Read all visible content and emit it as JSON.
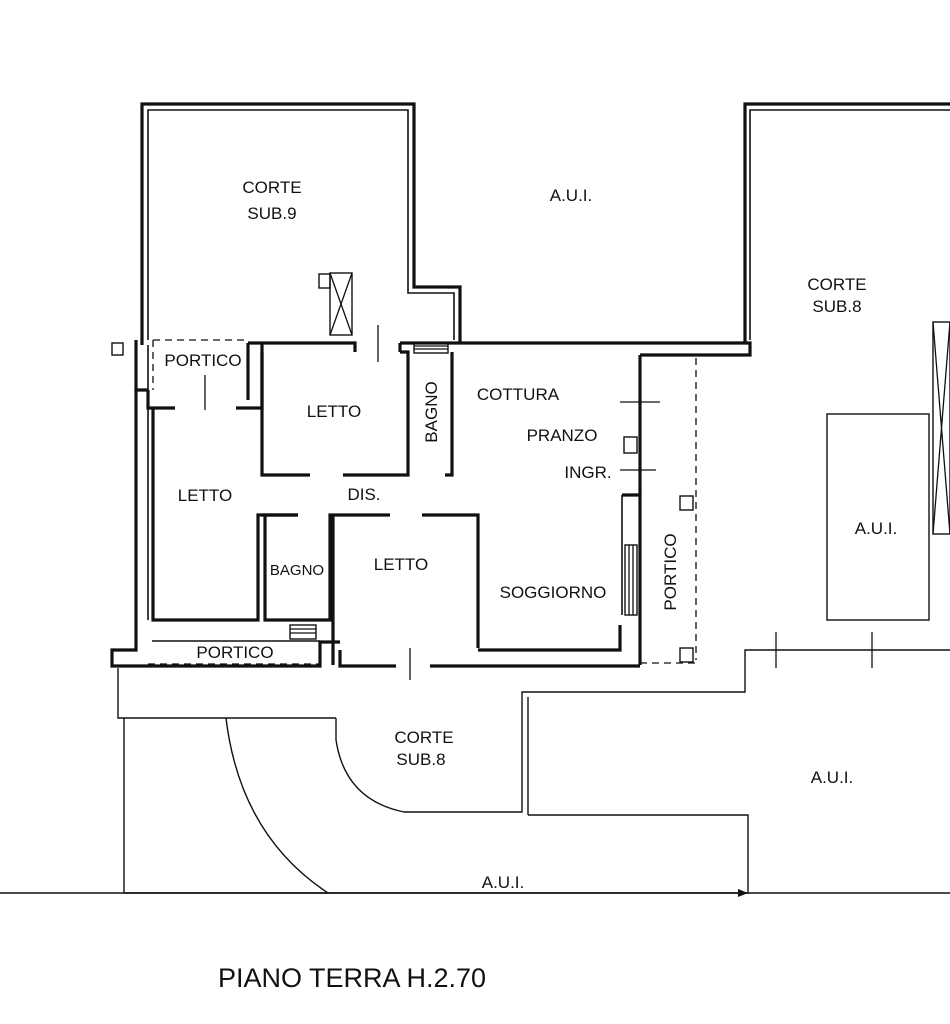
{
  "labels": {
    "corte_sub9_l1": "CORTE",
    "corte_sub9_l2": "SUB.9",
    "aui_top": "A.U.I.",
    "corte_sub8_right_l1": "CORTE",
    "corte_sub8_right_l2": "SUB.8",
    "portico_top": "PORTICO",
    "letto_center": "LETTO",
    "bagno_vertical": "BAGNO",
    "cottura": "COTTURA",
    "pranzo": "PRANZO",
    "ingr": "INGR.",
    "letto_left": "LETTO",
    "dis": "DIS.",
    "aui_right_box": "A.U.I.",
    "bagno_small": "BAGNO",
    "letto_bottom": "LETTO",
    "soggiorno": "SOGGIORNO",
    "portico_vertical": "PORTICO",
    "portico_bottom": "PORTICO",
    "corte_sub8_bottom_l1": "CORTE",
    "corte_sub8_bottom_l2": "SUB.8",
    "aui_bottom_right": "A.U.I.",
    "aui_bottom": "A.U.I."
  },
  "title": "PIANO TERRA H.2.70"
}
